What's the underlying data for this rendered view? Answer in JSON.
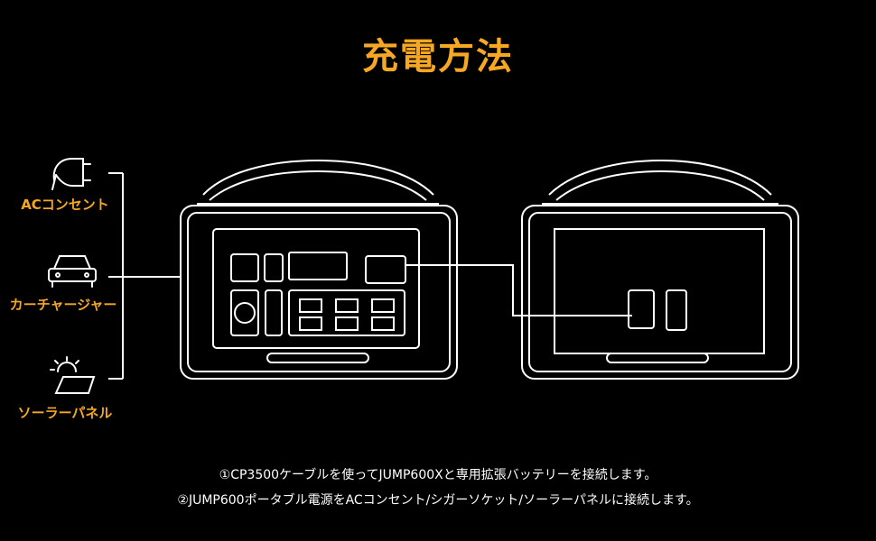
{
  "title": "充電方法",
  "colors": {
    "accent": "#f6a823",
    "line": "#ffffff",
    "background": "#000000"
  },
  "sources": [
    {
      "label": "ACコンセント",
      "icon": "ac-plug-icon"
    },
    {
      "label": "カーチャージャー",
      "icon": "car-icon"
    },
    {
      "label": "ソーラーパネル",
      "icon": "solar-panel-icon"
    }
  ],
  "devices": {
    "main": "power-station-front",
    "battery": "expansion-battery"
  },
  "notes": [
    "①CP3500ケーブルを使ってJUMP600Xと専用拡張バッテリーを接続します。",
    "②JUMP600ポータブル電源をACコンセント/シガーソケット/ソーラーパネルに接続します。"
  ]
}
